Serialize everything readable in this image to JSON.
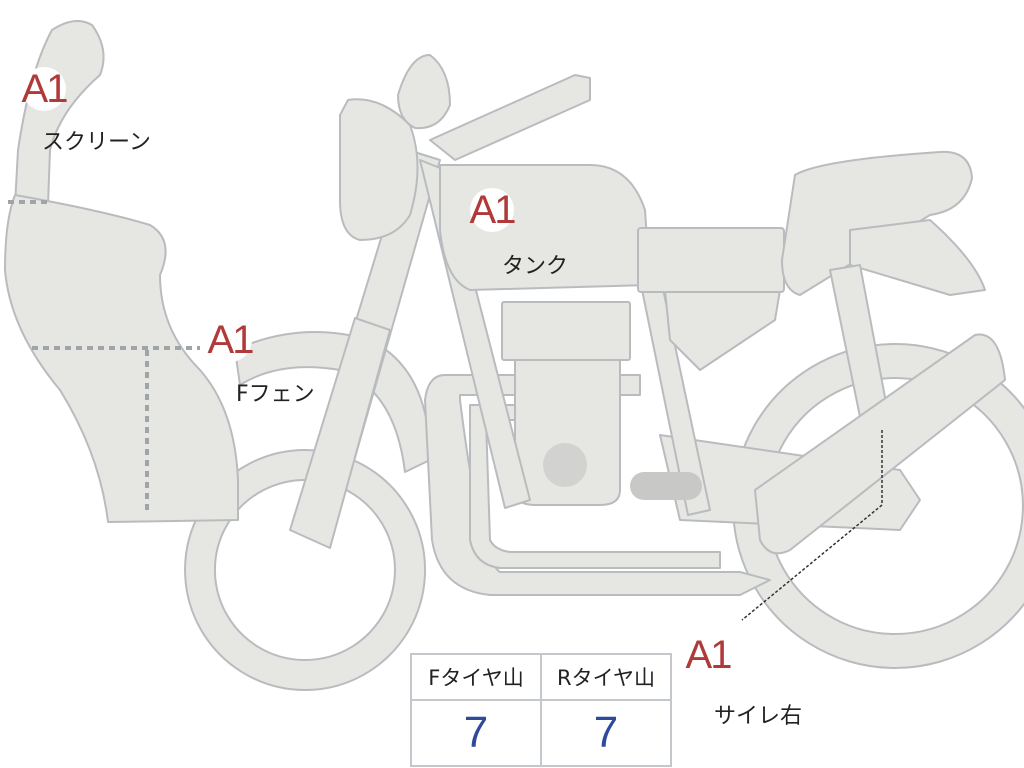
{
  "markers": [
    {
      "grade": "A1",
      "label": "スクリーン"
    },
    {
      "grade": "A1",
      "label": "タンク"
    },
    {
      "grade": "A1",
      "label": "Fフェン"
    },
    {
      "grade": "A1",
      "label": "サイレ右"
    }
  ],
  "tire_table": {
    "headers": [
      "Fタイヤ山",
      "Rタイヤ山"
    ],
    "values": [
      "7",
      "7"
    ]
  },
  "colors": {
    "body_fill": "#e6e6e3",
    "body_stroke": "#b9bcbf",
    "grade_text": "#b03a3a",
    "value_text": "#2f4a9a",
    "dotted_line": "#9fa4a8"
  }
}
